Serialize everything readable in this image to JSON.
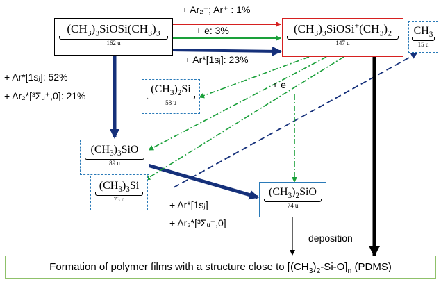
{
  "nodes": {
    "hmdso": {
      "formula_parts": [
        "(CH",
        "3",
        ")",
        "3",
        "SiOSi(CH",
        "3",
        ")",
        "3"
      ],
      "mass": "162 u"
    },
    "ion147": {
      "formula_parts": [
        "(CH",
        "3",
        ")",
        "3",
        "SiOSi",
        "+",
        "(CH",
        "3",
        ")",
        "2"
      ],
      "mass": "147 u"
    },
    "ch3": {
      "formula_parts": [
        "CH",
        "3"
      ],
      "mass": "15 u"
    },
    "sich3_2": {
      "formula_parts": [
        "(CH",
        "3",
        ")",
        "2",
        "Si"
      ],
      "mass": "58 u"
    },
    "sio89": {
      "formula_parts": [
        "(CH",
        "3",
        ")",
        "3",
        "SiO"
      ],
      "mass": "89 u"
    },
    "si73": {
      "formula_parts": [
        "(CH",
        "3",
        ")",
        "3",
        "Si"
      ],
      "mass": "73 u"
    },
    "sio74": {
      "formula_parts": [
        "(CH",
        "3",
        ")",
        "2",
        "SiO"
      ],
      "mass": "74 u"
    }
  },
  "labels": {
    "ar2_ar": "+ Ar₂⁺; Ar⁺ : 1%",
    "e3": "+ e: 3%",
    "ar_1sj_23": "+ Ar*[1sⱼ]: 23%",
    "ar_1sj_52": "+ Ar*[1sⱼ]: 52%",
    "ar2_21": "+ Ar₂*[³Σᵤ⁺,0]: 21%",
    "e": "+ e",
    "ar_1sj": "+ Ar*[1sⱼ]",
    "ar2_sigma": "+ Ar₂*[³Σᵤ⁺,0]",
    "deposition": "deposition"
  },
  "footer": {
    "prefix": "Formation of polymer films with a structure close to [(CH",
    "sub1": "3",
    "mid": ")",
    "sub2": "2",
    "suffix": "-Si-O]",
    "sub3": "n",
    "tail": " (PDMS)"
  },
  "colors": {
    "red": "#d62020",
    "green": "#1aa03a",
    "navy": "#15307a",
    "blue": "#2a7ab8",
    "footer_border": "#8fc16a"
  }
}
